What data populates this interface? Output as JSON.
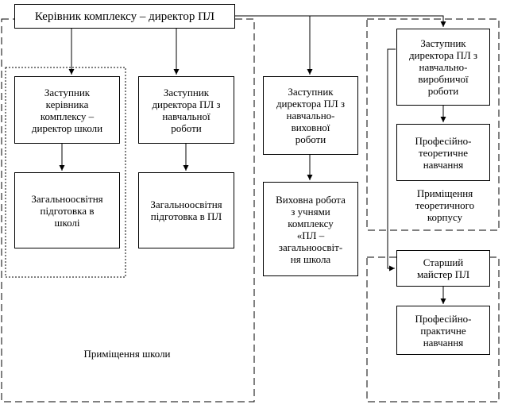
{
  "nodes": {
    "director": "Керівник комплексу – директор ПЛ",
    "deputy_school": "Заступник\nкерівника\nкомплексу –\nдиректор школи",
    "deputy_study": "Заступник\nдиректора ПЛ з\nнавчальної\nроботи",
    "deputy_educational": "Заступник\nдиректора ПЛ з\nнавчально-\nвиховної\nроботи",
    "deputy_production": "Заступник\nдиректора ПЛ з\nнавчально-\nвиробничої\nроботи",
    "general_school": "Загальноосвітня\nпідготовка в\nшколі",
    "general_pl": "Загальноосвітня\nпідготовка в ПЛ",
    "educational_work": "Виховна робота\nз учнями\nкомплексу\n«ПЛ –\nзагальноосвіт-\nня школа",
    "theory_training": "Професійно-\nтеоретичне\nнавчання",
    "senior_master": "Старший\nмайстер ПЛ",
    "practical_training": "Професійно-\nпрактичне\nнавчання"
  },
  "regions": {
    "school_premises": "Приміщення школи",
    "theory_building": "Приміщення\nтеоретичного\nкорпусу"
  }
}
